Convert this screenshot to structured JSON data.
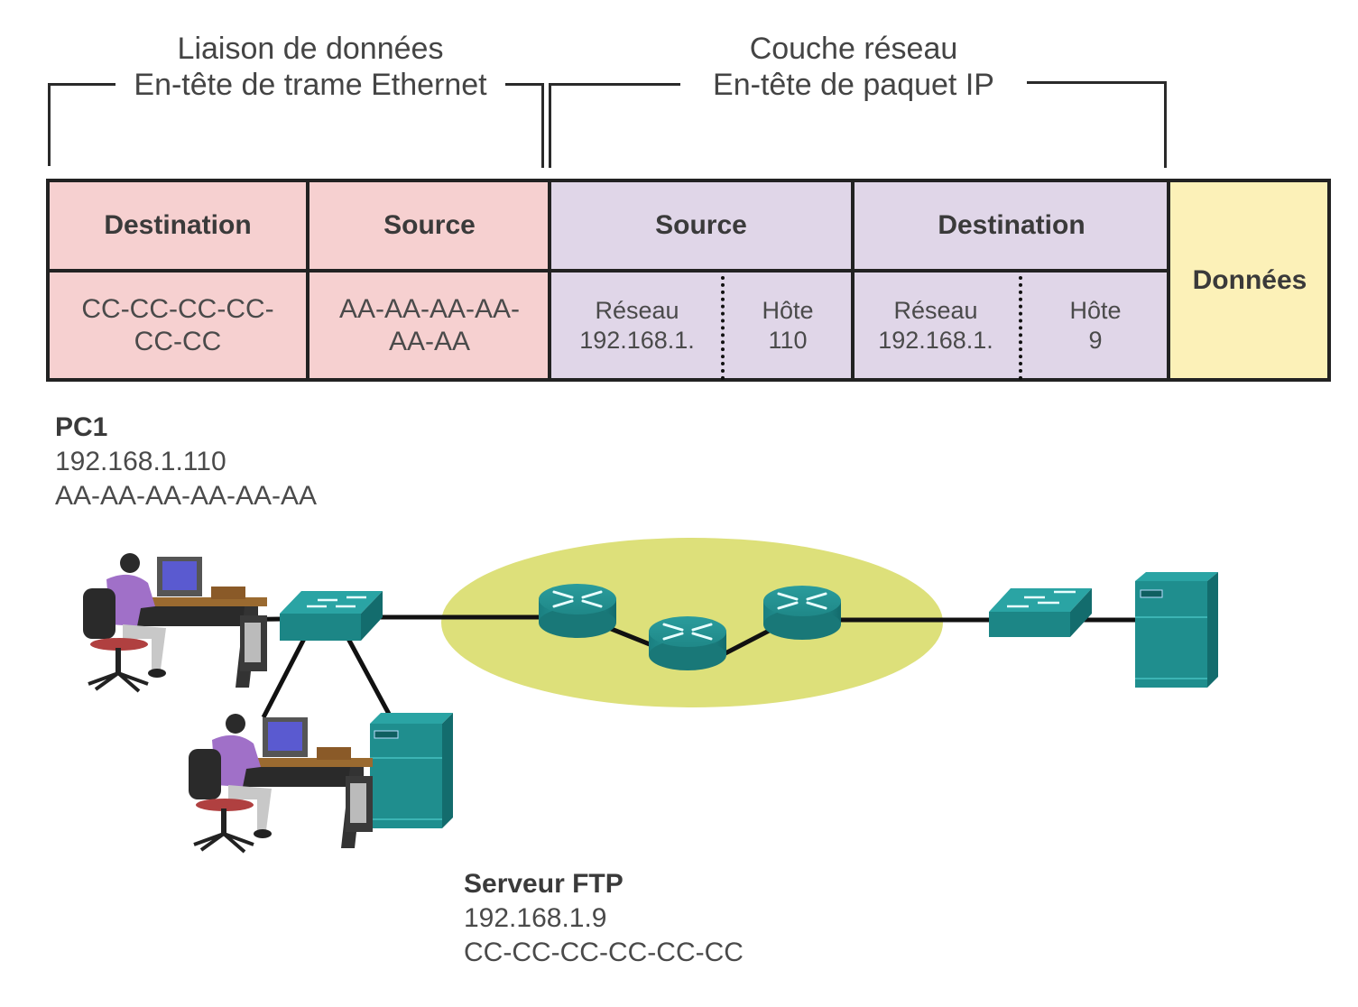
{
  "brackets": {
    "data_link": {
      "line1": "Liaison de données",
      "line2": "En-tête de trame Ethernet"
    },
    "network": {
      "line1": "Couche réseau",
      "line2": "En-tête de paquet IP"
    }
  },
  "frame": {
    "ethernet": {
      "destination": {
        "header": "Destination",
        "value_line1": "CC-CC-CC-CC-",
        "value_line2": "CC-CC"
      },
      "source": {
        "header": "Source",
        "value_line1": "AA-AA-AA-AA-",
        "value_line2": "AA-AA"
      },
      "color": "#f6d0d0"
    },
    "ip": {
      "source": {
        "header": "Source",
        "network_label": "Réseau",
        "network_value": "192.168.1.",
        "host_label": "Hôte",
        "host_value": "110"
      },
      "destination": {
        "header": "Destination",
        "network_label": "Réseau",
        "network_value": "192.168.1.",
        "host_label": "Hôte",
        "host_value": "9"
      },
      "color": "#e0d6e8"
    },
    "data": {
      "label": "Données",
      "color": "#fcf1b8"
    }
  },
  "hosts": {
    "pc1": {
      "name": "PC1",
      "ip": "192.168.1.110",
      "mac": "AA-AA-AA-AA-AA-AA"
    },
    "ftp_server": {
      "name": "Serveur FTP",
      "ip": "192.168.1.9",
      "mac": "CC-CC-CC-CC-CC-CC"
    }
  },
  "colors": {
    "device_teal": "#1d8a8a",
    "network_cloud": "#dde07a",
    "shirt": "#a070c8",
    "line": "#111111"
  }
}
